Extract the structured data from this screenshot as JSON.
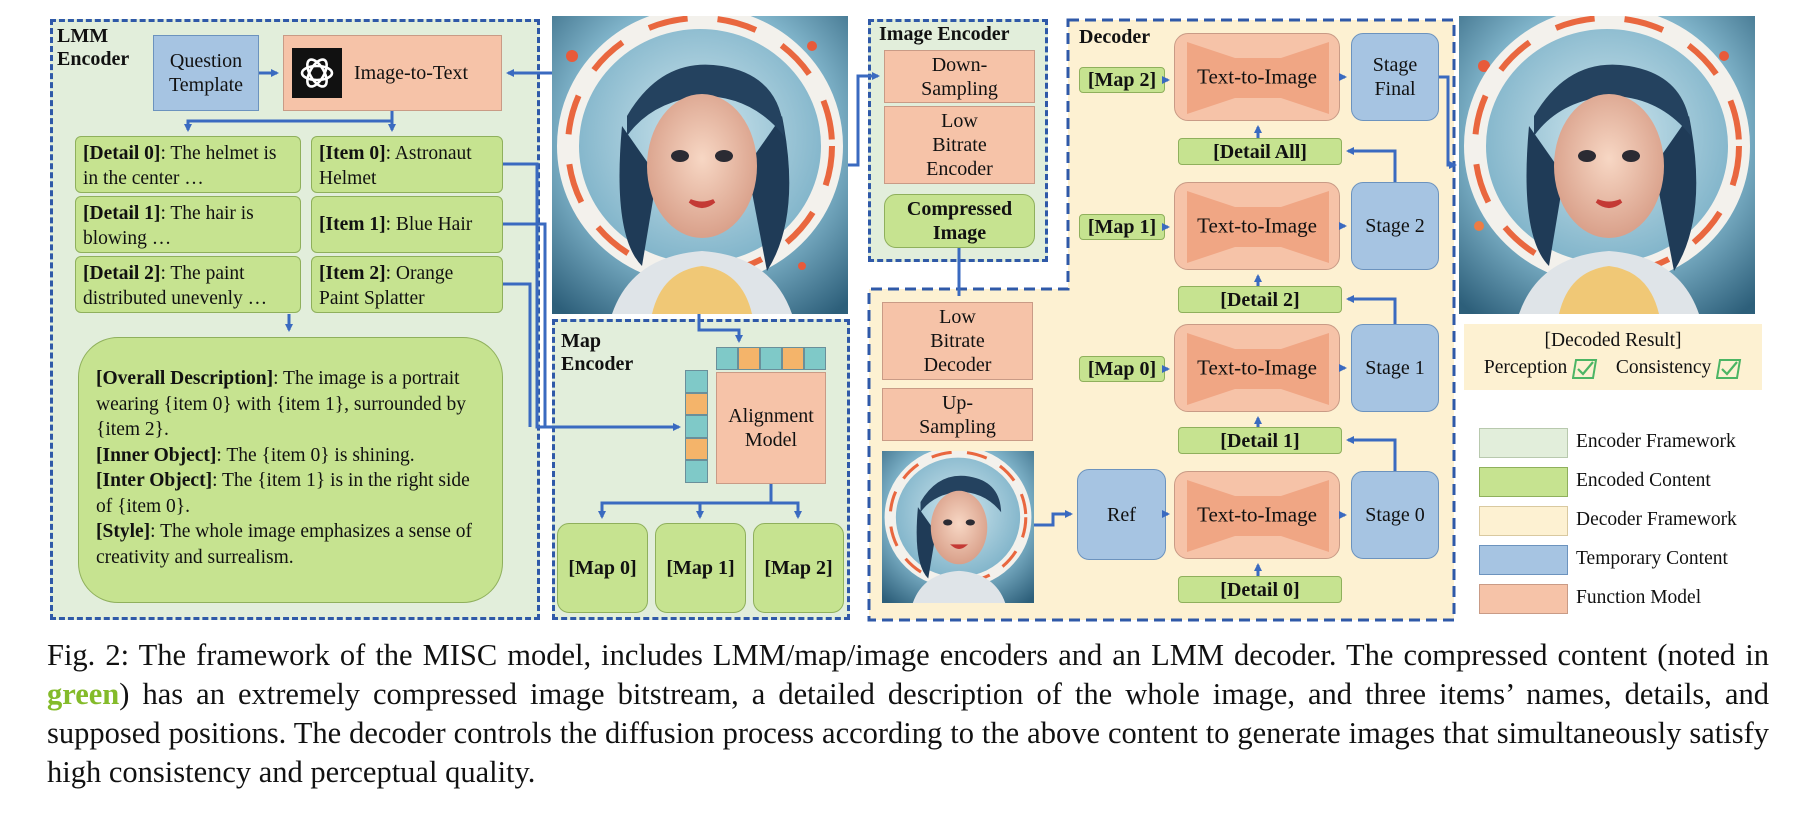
{
  "lmm_encoder": {
    "label_line1": "LMM",
    "label_line2": "Encoder",
    "question_template_line1": "Question",
    "question_template_line2": "Template",
    "image_to_text": "Image-to-Text",
    "details": [
      {
        "tag": "[Detail 0]",
        "text": ": The helmet is in the center …"
      },
      {
        "tag": "[Detail 1]",
        "text": ": The hair is blowing …"
      },
      {
        "tag": "[Detail 2]",
        "text": ": The paint distributed unevenly …"
      }
    ],
    "items": [
      {
        "tag": "[Item 0]",
        "text": ": Astronaut Helmet"
      },
      {
        "tag": "[Item 1]",
        "text": ": Blue Hair"
      },
      {
        "tag": "[Item 2]",
        "text": ": Orange Paint Splatter"
      }
    ],
    "overall": {
      "overall_tag": "[Overall Description]",
      "overall_text": ": The image is a portrait wearing {item 0} with {item 1}, surrounded by {item 2}.",
      "inner_tag": "[Inner Object]",
      "inner_text": ": The {item 0} is shining.",
      "inter_tag": "[Inter Object]",
      "inter_text": ": The {item 1} is in the right side of {item 0}.",
      "style_tag": "[Style]",
      "style_text": ": The whole image emphasizes a sense of creativity and surrealism."
    }
  },
  "map_encoder": {
    "label_line1": "Map",
    "label_line2": "Encoder",
    "alignment_line1": "Alignment",
    "alignment_line2": "Model",
    "maps": [
      "[Map 0]",
      "[Map 1]",
      "[Map 2]"
    ]
  },
  "image_encoder": {
    "label": "Image Encoder",
    "down_line1": "Down-",
    "down_line2": "Sampling",
    "low_enc_line1": "Low",
    "low_enc_line2": "Bitrate",
    "low_enc_line3": "Encoder",
    "compressed_line1": "Compressed",
    "compressed_line2": "Image"
  },
  "decoder": {
    "label": "Decoder",
    "low_dec_line1": "Low",
    "low_dec_line2": "Bitrate",
    "low_dec_line3": "Decoder",
    "up_line1": "Up-",
    "up_line2": "Sampling",
    "ref": "Ref",
    "t2i": "Text-to-Image",
    "maps": [
      "[Map 2]",
      "[Map 1]",
      "[Map 0]"
    ],
    "stages": [
      "Stage 2",
      "Stage 1",
      "Stage 0"
    ],
    "stage_final_line1": "Stage",
    "stage_final_line2": "Final",
    "details": [
      "[Detail All]",
      "[Detail 2]",
      "[Detail 1]",
      "[Detail 0]"
    ]
  },
  "result": {
    "title": "[Decoded Result]",
    "perception": "Perception",
    "consistency": "Consistency"
  },
  "legend": [
    {
      "label": "Encoder Framework",
      "color": "#e2eedb"
    },
    {
      "label": "Encoded Content",
      "color": "#c6e390"
    },
    {
      "label": "Decoder Framework",
      "color": "#fdf1d2"
    },
    {
      "label": "Temporary Content",
      "color": "#a6c4e2"
    },
    {
      "label": "Function Model",
      "color": "#f6c3a8"
    }
  ],
  "colors": {
    "frame_border": "#2f59a8",
    "arrow": "#3a6ac0",
    "green_text": "#84bb2a"
  },
  "caption": {
    "lead": "Fig. 2: The framework of the MISC model, includes LMM/map/image encoders and an LMM decoder. The compressed content (noted in ",
    "green_word": "green",
    "rest": ") has an extremely compressed image bitstream, a detailed description of the whole image, and three items’ names, details, and supposed positions. The decoder controls the diffusion process according to the above content to generate images that simultaneously satisfy high consistency and perceptual quality."
  }
}
